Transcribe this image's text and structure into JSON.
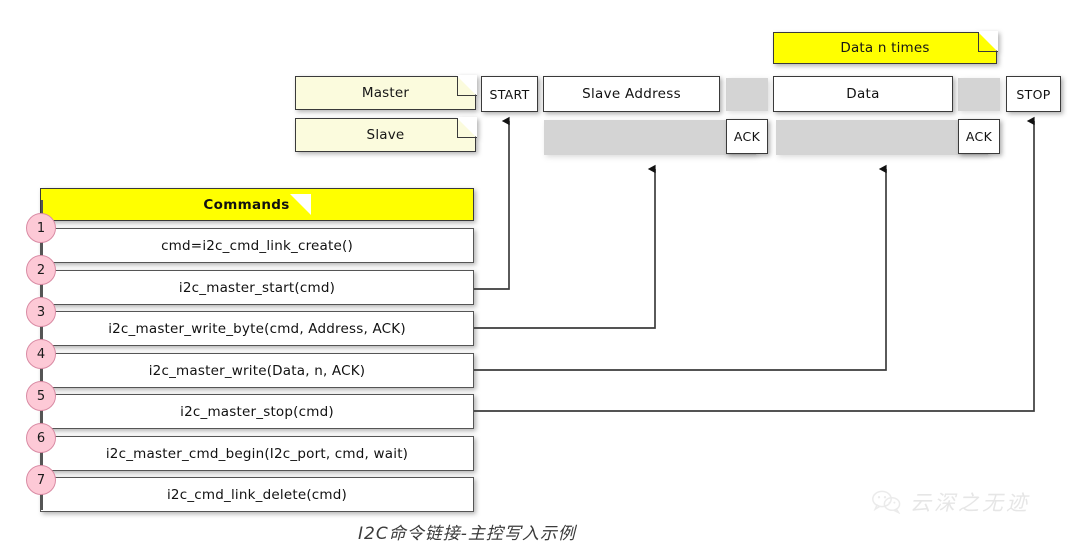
{
  "diagram": {
    "title_caption": "I2C命令链接-主控写入示例",
    "lanes": {
      "master_label": "Master",
      "slave_label": "Slave"
    },
    "group_note": {
      "label": "Data n times"
    },
    "master_frames": [
      {
        "label": "START"
      },
      {
        "label": "Slave Address"
      },
      {
        "label": "Data"
      },
      {
        "label": "STOP"
      }
    ],
    "slave_frames": [
      {
        "label": "ACK"
      },
      {
        "label": "ACK"
      }
    ]
  },
  "commands_panel": {
    "header": "Commands",
    "rows": [
      {
        "number": "1",
        "label": "cmd=i2c_cmd_link_create()"
      },
      {
        "number": "2",
        "label": "i2c_master_start(cmd)"
      },
      {
        "number": "3",
        "label": "i2c_master_write_byte(cmd, Address, ACK)"
      },
      {
        "number": "4",
        "label": "i2c_master_write(Data, n, ACK)"
      },
      {
        "number": "5",
        "label": "i2c_master_stop(cmd)"
      },
      {
        "number": "6",
        "label": "i2c_master_cmd_begin(I2c_port, cmd, wait)"
      },
      {
        "number": "7",
        "label": "i2c_cmd_link_delete(cmd)"
      }
    ]
  },
  "watermark": {
    "text": "云深之无迹",
    "icon": "wechat-icon"
  },
  "colors": {
    "note_yellow": "#ffff00",
    "note_cream": "#fbfbdd",
    "step_circle_fill": "#fdc9d6",
    "step_circle_border": "#d98ba4",
    "activation_gray": "#d4d4d4",
    "frame_border": "#3a3a3a"
  }
}
